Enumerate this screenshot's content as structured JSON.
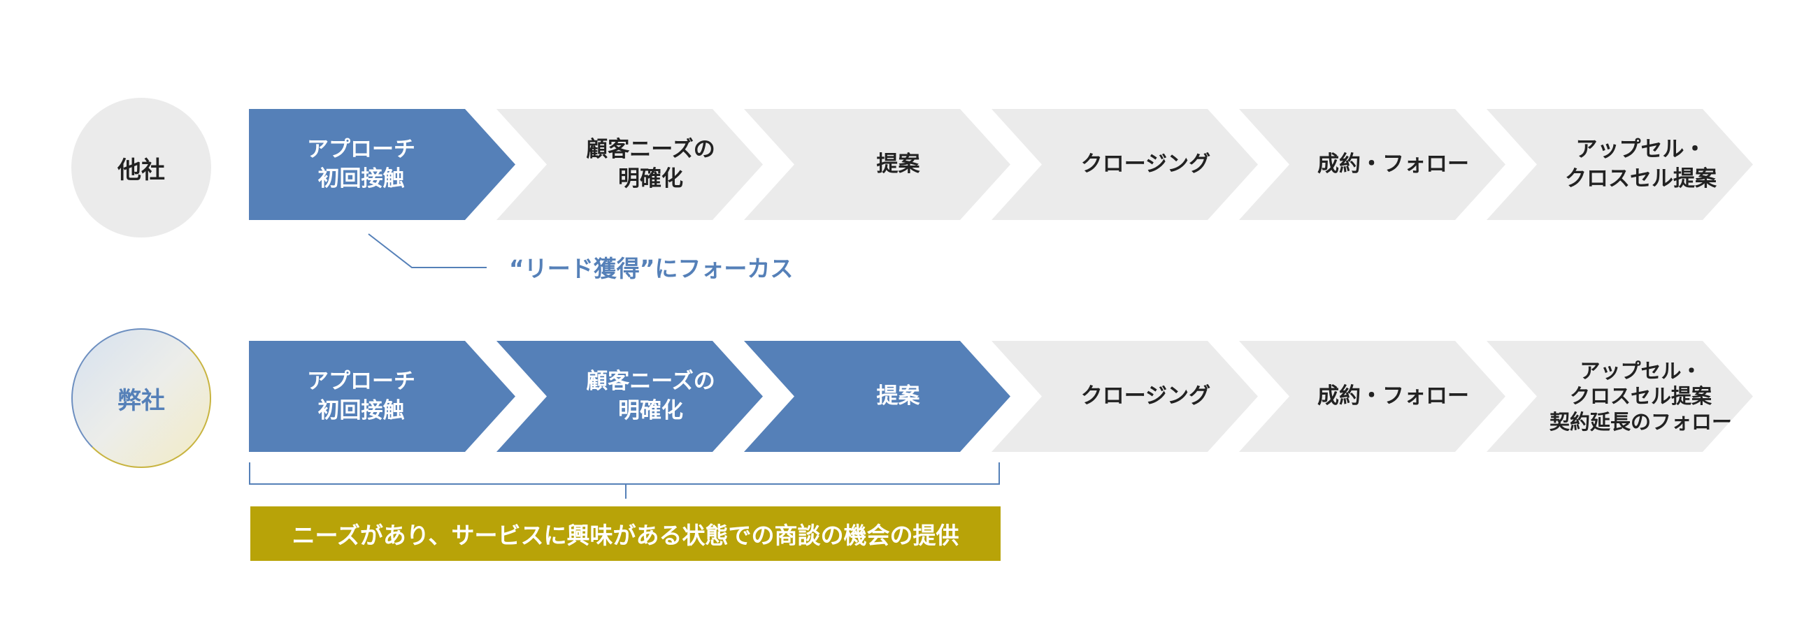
{
  "rows": [
    {
      "label": "他社",
      "steps": [
        "アプローチ\n初回接触",
        "顧客ニーズの\n明確化",
        "提案",
        "クロージング",
        "成約・フォロー",
        "アップセル・\nクロスセル提案"
      ],
      "note": "“リード獲得”にフォーカス"
    },
    {
      "label": "弊社",
      "steps": [
        "アプローチ\n初回接触",
        "顧客ニーズの\n明確化",
        "提案",
        "クロージング",
        "成約・フォロー",
        "アップセル・\nクロスセル提案\n契約延長のフォロー"
      ],
      "note": "ニーズがあり、サービスに興味がある状態での商談の機会の提供"
    }
  ],
  "colors": {
    "active": "#5580b8",
    "inactive": "#ebebeb",
    "highlight": "#b8a308"
  }
}
